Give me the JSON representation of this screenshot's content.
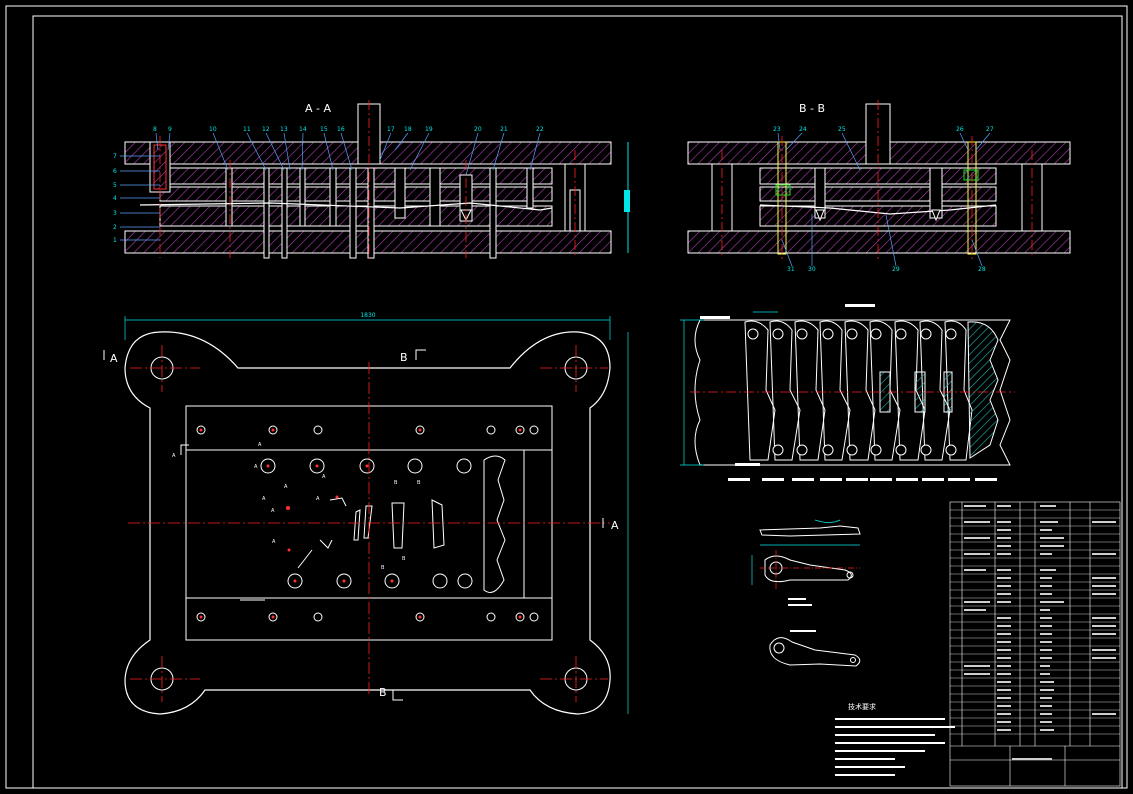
{
  "drawing": {
    "section_a_title": "A - A",
    "section_b_title": "B - B",
    "section_a_parts_left": [
      "7",
      "6",
      "5",
      "4",
      "3",
      "2",
      "1"
    ],
    "section_a_parts_top": [
      "8",
      "9",
      "10",
      "11",
      "12",
      "13",
      "14",
      "15",
      "16",
      "17",
      "18",
      "19",
      "20",
      "21",
      "22"
    ],
    "section_b_parts_top": [
      "23",
      "24",
      "25",
      "26",
      "27"
    ],
    "section_b_parts_bottom": [
      "31",
      "30",
      "29",
      "28"
    ],
    "plan_width_dim": "1830",
    "cut_a_label": "A",
    "cut_b_label": "B",
    "small_a_label": "A",
    "small_b_label": "B",
    "notes_title": "技术要求",
    "colors": {
      "background": "#000000",
      "outline": "#ffffff",
      "hatch": "#c040c0",
      "center_line": "#ff2020",
      "dimension": "#00e5e5",
      "leader": "#5aa0ff"
    }
  }
}
